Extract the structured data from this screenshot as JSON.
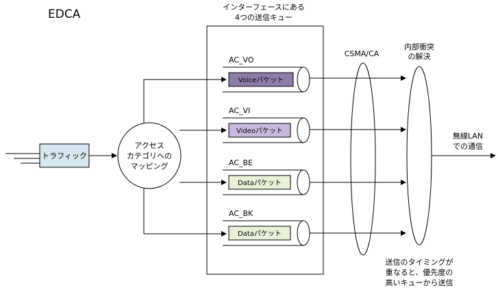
{
  "title": "EDCA",
  "queues_caption": [
    "インターフェースにある",
    "4つの送信キュー"
  ],
  "traffic_label": "トラフィック",
  "mapping_label": [
    "アクセス",
    "カテゴリへの",
    "マッピング"
  ],
  "queues": [
    {
      "name": "AC_VO",
      "packet": "Voiceパケット",
      "packet_color": "#8e7caa"
    },
    {
      "name": "AC_VI",
      "packet": "Videoパケット",
      "packet_color": "#c9b8dc"
    },
    {
      "name": "AC_BE",
      "packet": "Dataパケット",
      "packet_color": "#e8f0d8"
    },
    {
      "name": "AC_BK",
      "packet": "Dataパケット",
      "packet_color": "#e8f0d8"
    }
  ],
  "csma_label": "CSMA/CA",
  "internal_label": [
    "内部衝突",
    "の解決"
  ],
  "output_label": [
    "無線LAN",
    "での通信"
  ],
  "note": [
    "送信のタイミングが",
    "重なると、優先度の",
    "高いキューから送信"
  ],
  "colors": {
    "traffic_box": "#d7e7f2",
    "line": "#000000"
  }
}
